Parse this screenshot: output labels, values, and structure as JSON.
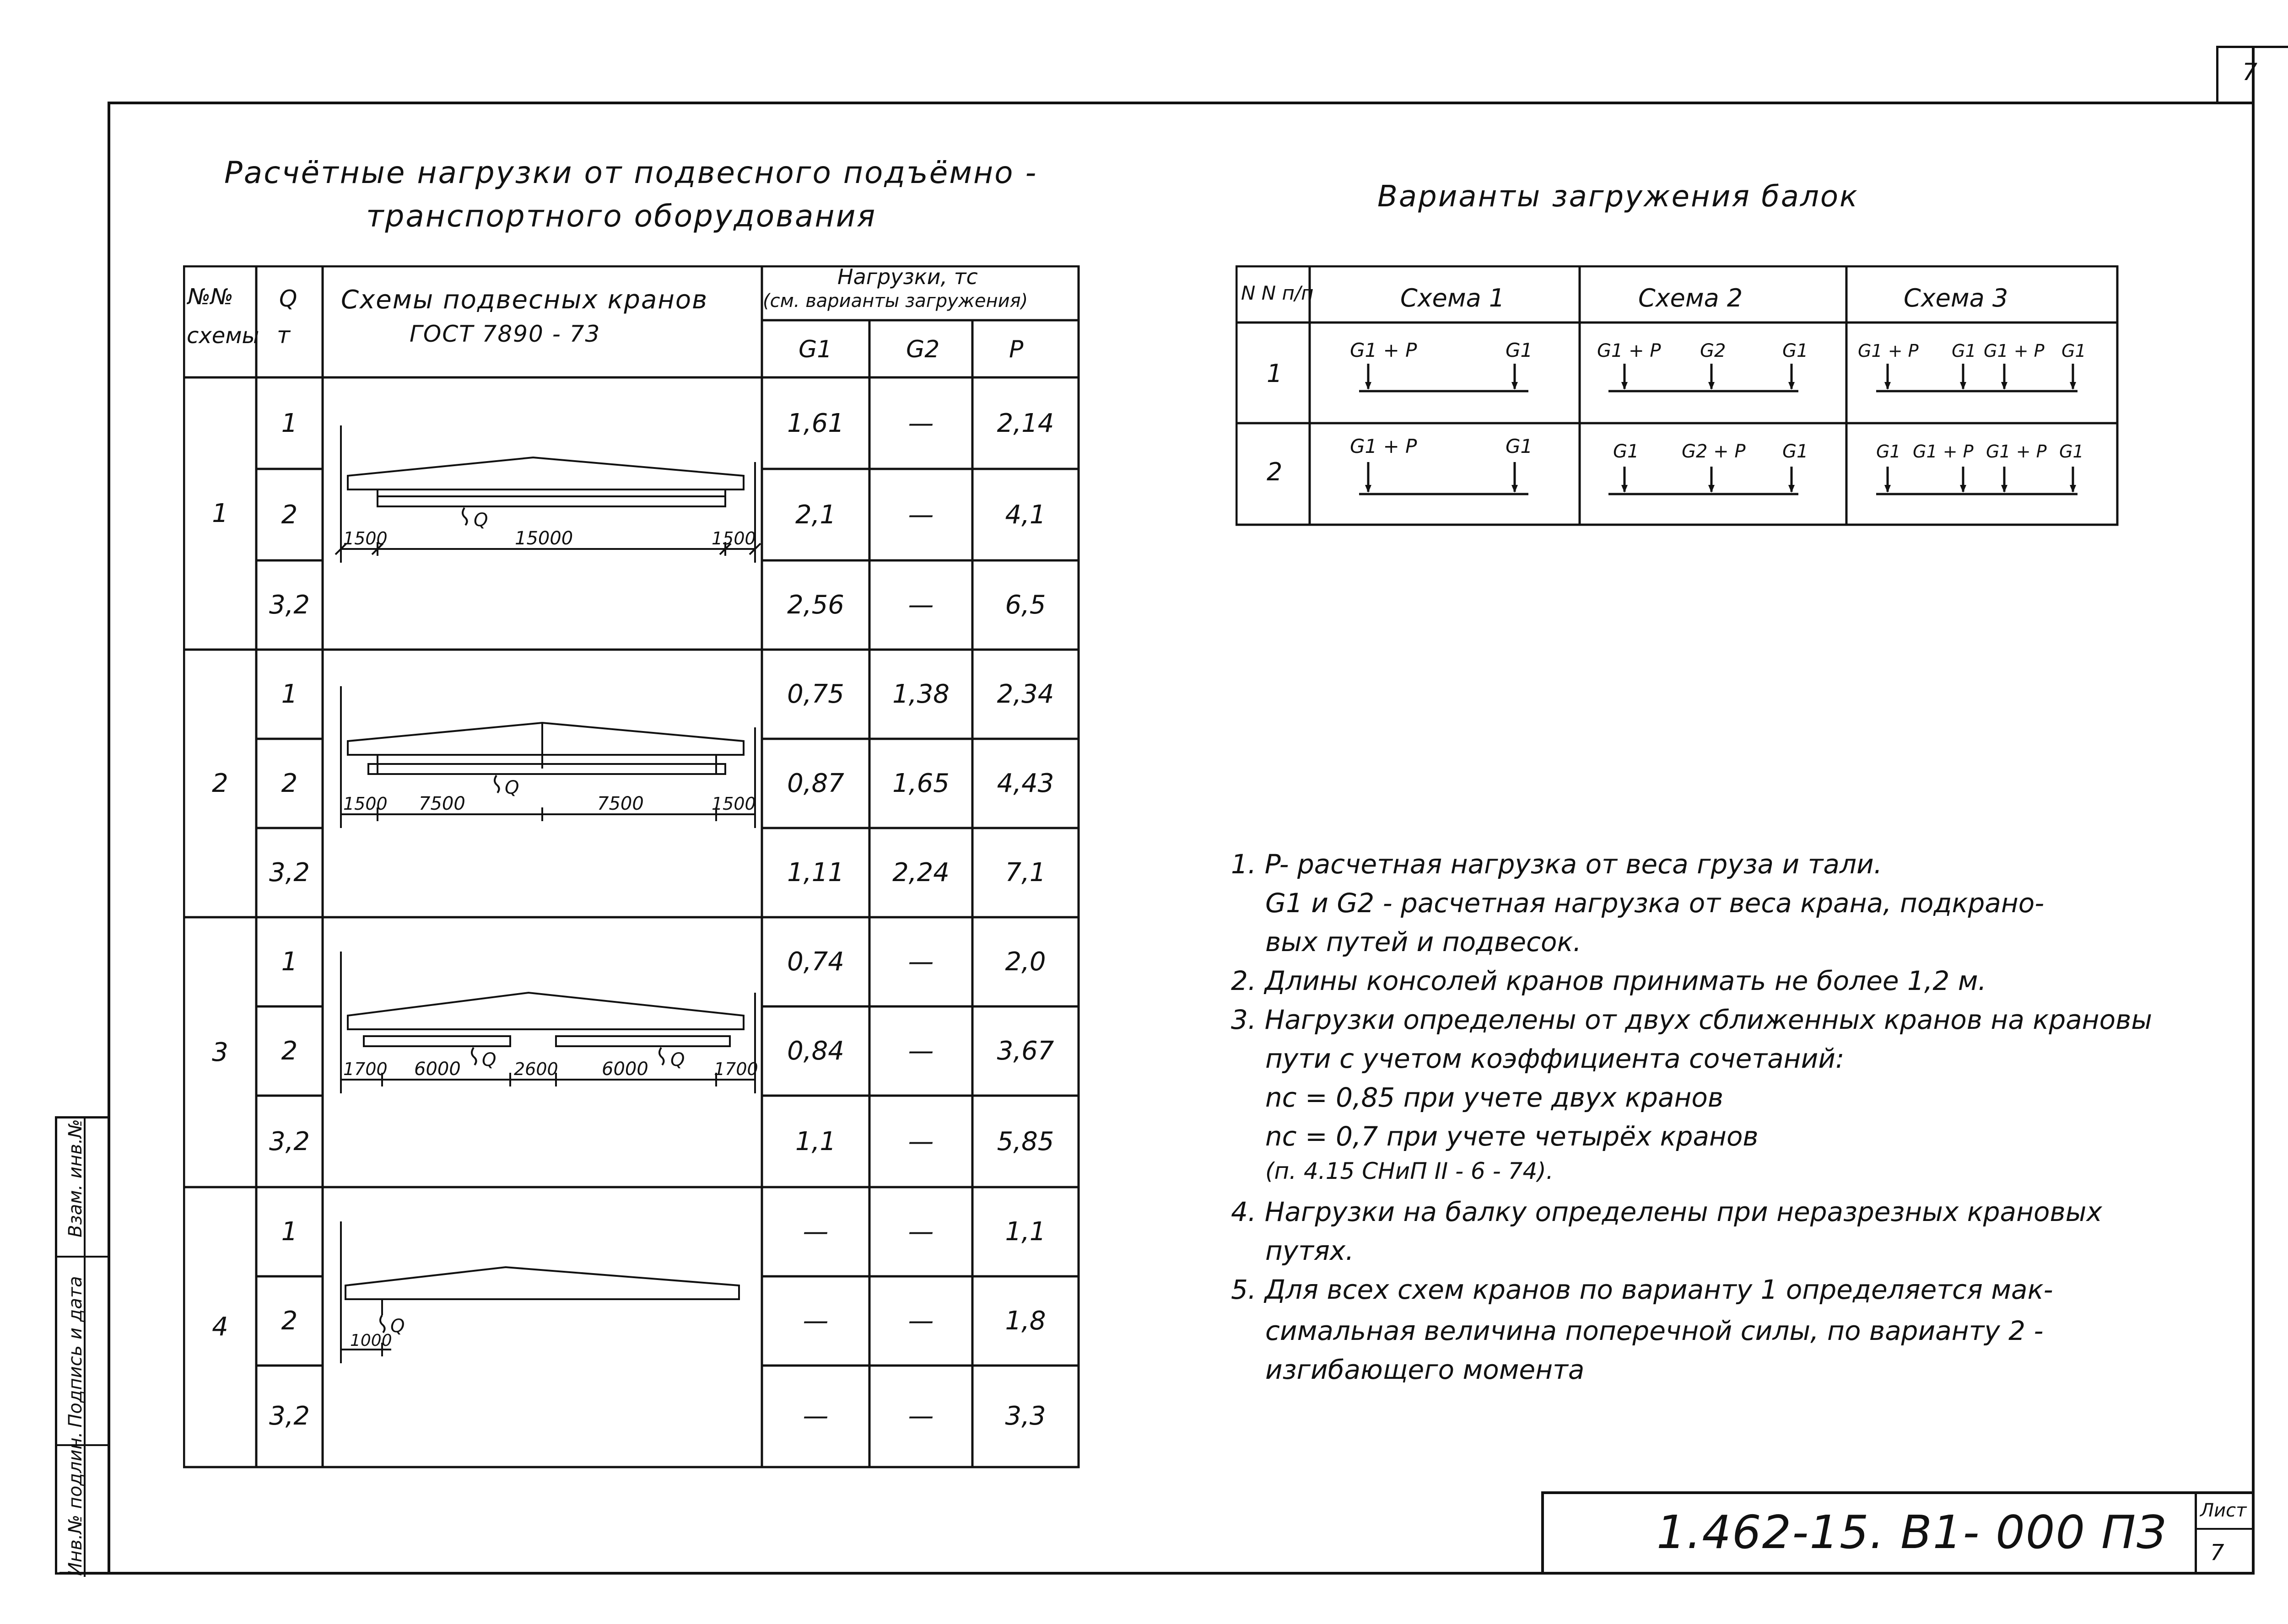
{
  "sheet": {
    "corner_number": "7",
    "code": "1.462-15. В1- 000 ПЗ",
    "list_label": "Лист",
    "list_number": "7"
  },
  "side_stamp": {
    "inv_orig": "Инв.№ подлин.",
    "signature_date": "Подпись и дата",
    "inv_copy": "Взам. инв.№"
  },
  "left_title": {
    "line1": "Расчётные нагрузки от подвесного подъёмно -",
    "line2": "транспортного оборудования"
  },
  "loads_table": {
    "headers": {
      "scheme_no": [
        "№№",
        "схемы"
      ],
      "q": [
        "Q",
        "т"
      ],
      "cranes": [
        "Схемы подвесных кранов",
        "ГОСТ 7890 - 73"
      ],
      "loads_group": [
        "Нагрузки, тс",
        "(см. варианты загружения)"
      ],
      "g1": "G1",
      "g2": "G2",
      "p": "P"
    },
    "groups": [
      {
        "scheme": "1",
        "rows": [
          {
            "q": "1",
            "g1": "1,61",
            "g2": "—",
            "p": "2,14"
          },
          {
            "q": "2",
            "g1": "2,1",
            "g2": "—",
            "p": "4,1"
          },
          {
            "q": "3,2",
            "g1": "2,56",
            "g2": "—",
            "p": "6,5"
          }
        ],
        "dims": [
          "1500",
          "15000",
          "1500"
        ],
        "load_mark": "Q"
      },
      {
        "scheme": "2",
        "rows": [
          {
            "q": "1",
            "g1": "0,75",
            "g2": "1,38",
            "p": "2,34"
          },
          {
            "q": "2",
            "g1": "0,87",
            "g2": "1,65",
            "p": "4,43"
          },
          {
            "q": "3,2",
            "g1": "1,11",
            "g2": "2,24",
            "p": "7,1"
          }
        ],
        "dims": [
          "1500",
          "7500",
          "7500",
          "1500"
        ],
        "load_mark": "Q"
      },
      {
        "scheme": "3",
        "rows": [
          {
            "q": "1",
            "g1": "0,74",
            "g2": "—",
            "p": "2,0"
          },
          {
            "q": "2",
            "g1": "0,84",
            "g2": "—",
            "p": "3,67"
          },
          {
            "q": "3,2",
            "g1": "1,1",
            "g2": "—",
            "p": "5,85"
          }
        ],
        "dims": [
          "1700",
          "6000",
          "2600",
          "6000",
          "1700"
        ],
        "load_mark": "Q"
      },
      {
        "scheme": "4",
        "rows": [
          {
            "q": "1",
            "g1": "—",
            "g2": "—",
            "p": "1,1"
          },
          {
            "q": "2",
            "g1": "—",
            "g2": "—",
            "p": "1,8"
          },
          {
            "q": "3,2",
            "g1": "—",
            "g2": "—",
            "p": "3,3"
          }
        ],
        "dims": [
          "1000"
        ],
        "load_mark": "Q"
      }
    ]
  },
  "variants": {
    "title": "Варианты загружения балок",
    "headers": [
      "N N п/п",
      "Схема 1",
      "Схема 2",
      "Схема 3"
    ],
    "rows": [
      {
        "no": "1",
        "s1": [
          "G1 + P",
          "G1"
        ],
        "s2": [
          "G1 + P",
          "G2",
          "G1"
        ],
        "s3": [
          "G1 + P",
          "G1",
          "G1 + P",
          "G1"
        ]
      },
      {
        "no": "2",
        "s1": [
          "G1 + P",
          "G1"
        ],
        "s2": [
          "G1",
          "G2 + P",
          "G1"
        ],
        "s3": [
          "G1",
          "G1 + P",
          "G1 + P",
          "G1"
        ]
      }
    ]
  },
  "notes": [
    [
      "1. P- расчетная нагрузка от веса груза и тали.",
      "G1 и G2 - расчетная нагрузка от веса крана, подкрано-",
      "вых путей и подвесок."
    ],
    [
      "2. Длины консолей кранов принимать не более 1,2 м."
    ],
    [
      "3. Нагрузки определены от двух сближенных кранов на крановы",
      "пути с учетом коэффициента сочетаний:",
      "nc = 0,85 при учете двух кранов",
      "nc = 0,7 при учете четырёх кранов",
      "(п. 4.15 СНиП II - 6 - 74)."
    ],
    [
      "4. Нагрузки на балку определены при неразрезных крановых",
      "путях."
    ],
    [
      "5. Для всех схем кранов по варианту 1 определяется мак-",
      "симальная величина поперечной силы, по варианту 2 -",
      "изгибающего момента"
    ]
  ]
}
